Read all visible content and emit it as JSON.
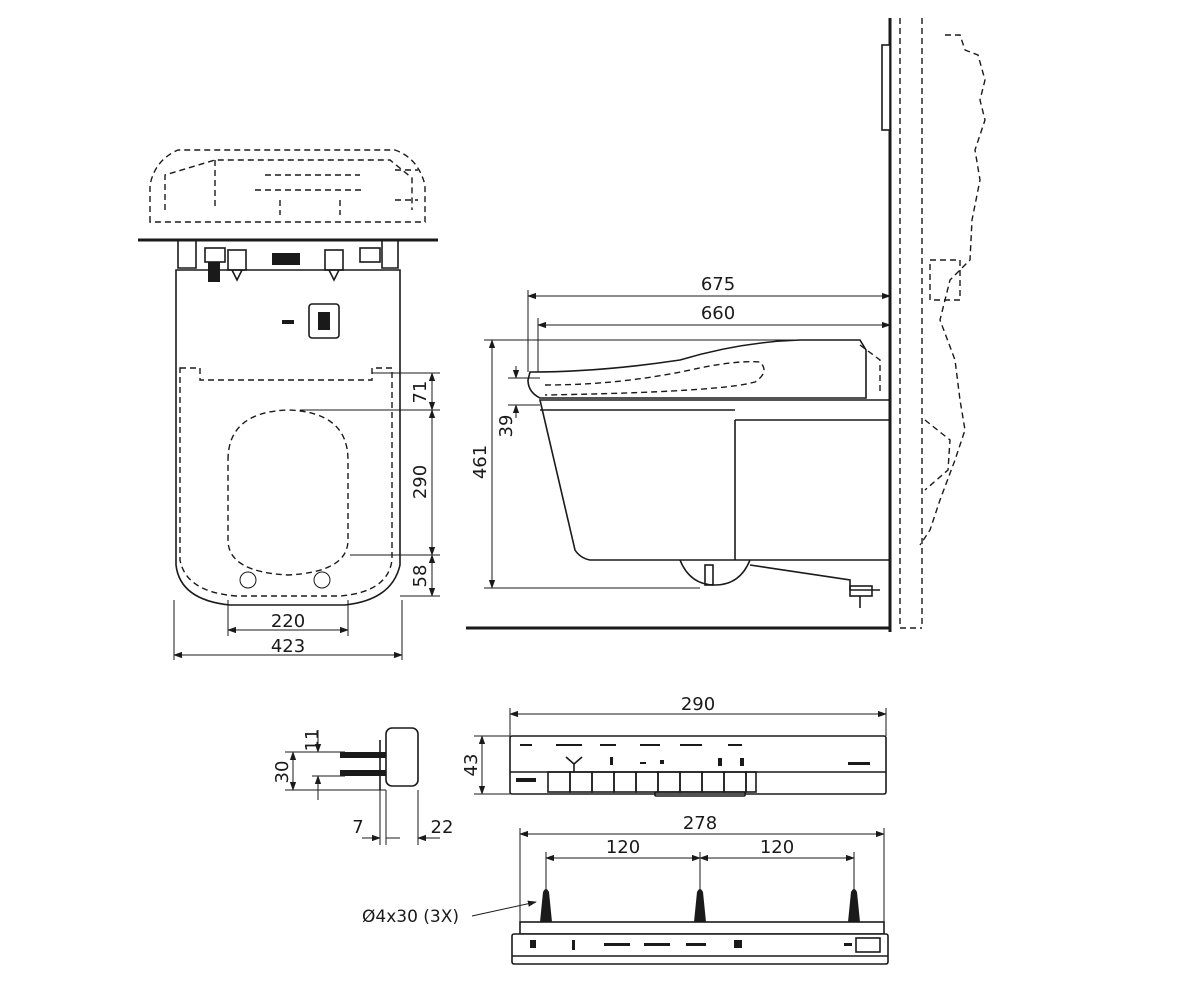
{
  "dimensions": {
    "front_width": "423",
    "seat_inner_width": "220",
    "front_71": "71",
    "front_290": "290",
    "front_58": "58",
    "side_675": "675",
    "side_660": "660",
    "side_461": "461",
    "side_39": "39",
    "panel_width": "290",
    "panel_height": "43",
    "bracket_11": "11",
    "bracket_30": "30",
    "bracket_7": "7",
    "bracket_22": "22",
    "mount_278": "278",
    "mount_120_left": "120",
    "mount_120_right": "120"
  },
  "callouts": {
    "screw": "Ø4x30 (3X)"
  },
  "colors": {
    "line": "#1a1a1a",
    "background": "#ffffff"
  }
}
